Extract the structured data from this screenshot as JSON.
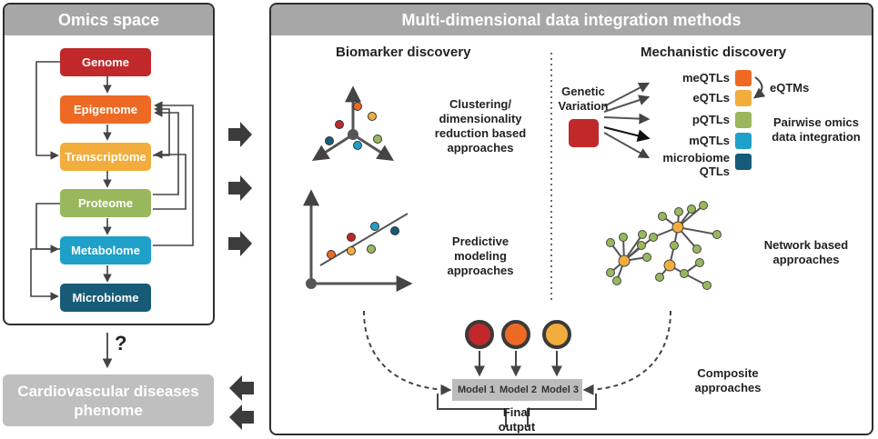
{
  "omics": {
    "title": "Omics space",
    "nodes": [
      {
        "label": "Genome",
        "color": "#c0282a"
      },
      {
        "label": "Epigenome",
        "color": "#ee6a24"
      },
      {
        "label": "Transcriptome",
        "color": "#f2ad3c"
      },
      {
        "label": "Proteome",
        "color": "#99b85d"
      },
      {
        "label": "Metabolome",
        "color": "#1fa0c8"
      },
      {
        "label": "Microbiome",
        "color": "#175b78"
      }
    ],
    "question_mark": "?"
  },
  "phenome": {
    "line1": "Cardiovascular diseases",
    "line2": "phenome",
    "color": "#bfbfbf"
  },
  "methods": {
    "title": "Multi-dimensional data integration methods",
    "biomarker_title": "Biomarker discovery",
    "mechanistic_title": "Mechanistic discovery",
    "clustering_label": [
      "Clustering/",
      "dimensionality",
      "reduction based",
      "approaches"
    ],
    "predictive_label": [
      "Predictive",
      "modeling",
      "approaches"
    ],
    "genetic_variation": [
      "Genetic",
      "Variation"
    ],
    "qtls": [
      {
        "label": "meQTLs",
        "color": "#ee6a24"
      },
      {
        "label": "eQTLs",
        "color": "#f2ad3c"
      },
      {
        "label": "pQTLs",
        "color": "#99b85d"
      },
      {
        "label": "mQTLs",
        "color": "#1fa0c8"
      },
      {
        "label": "microbiome QTLs",
        "color": "#175b78"
      }
    ],
    "eqtms": "eQTMs",
    "pairwise_label": [
      "Pairwise omics",
      "data integration"
    ],
    "network_label": [
      "Network based",
      "approaches"
    ],
    "models": [
      "Model 1",
      "Model 2",
      "Model 3"
    ],
    "model_colors": [
      "#c0282a",
      "#ee6a24",
      "#f2ad3c"
    ],
    "final_output": [
      "Final",
      "output"
    ],
    "composite_label": [
      "Composite",
      "approaches"
    ]
  }
}
